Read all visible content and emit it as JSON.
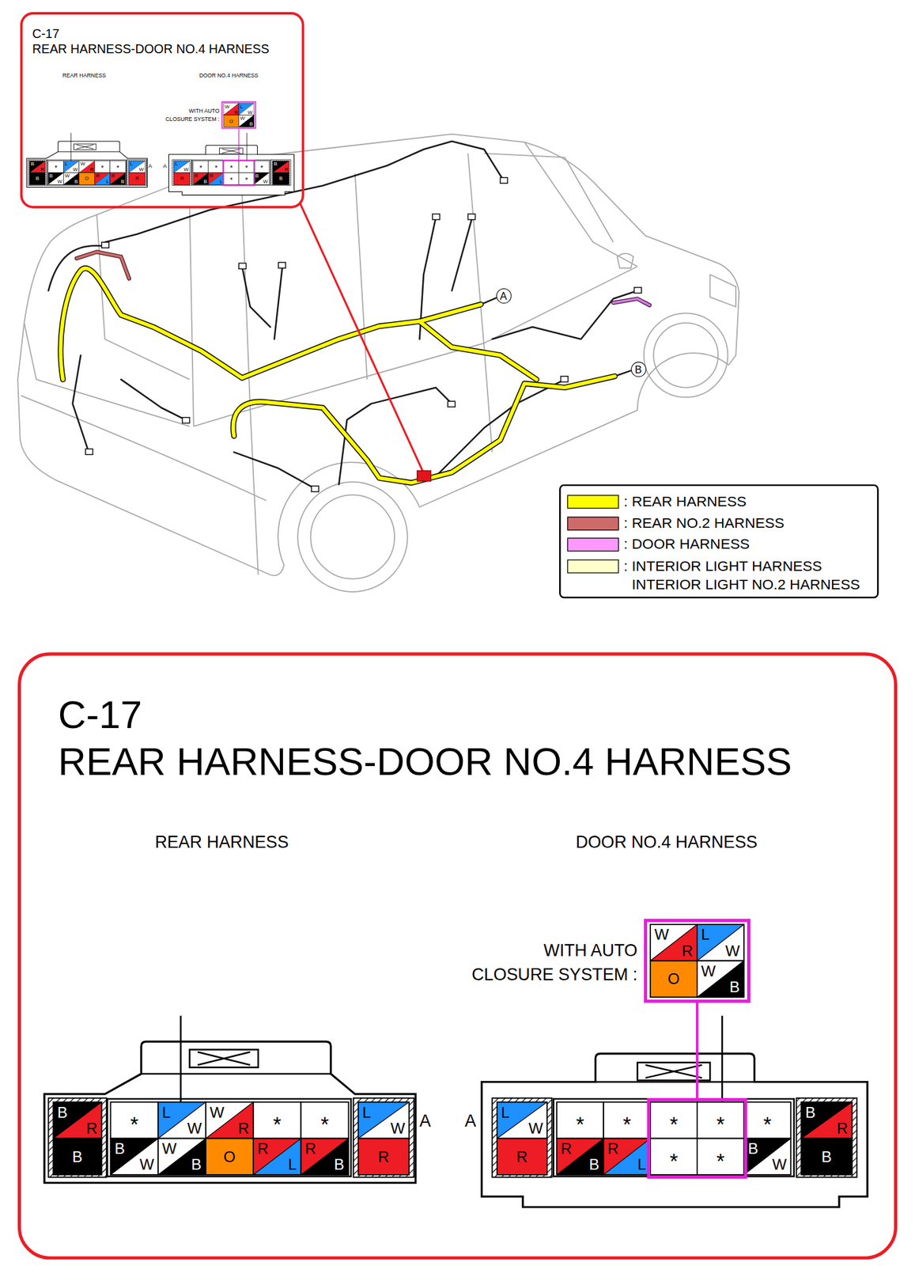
{
  "diagram": {
    "nodes": [
      {
        "text": [
          "C-17",
          "REAR HARNESS-DOOR NO.4 HARNESS"
        ]
      },
      {
        "text": [
          "A"
        ]
      },
      {
        "text": [
          "B"
        ]
      },
      {
        "text": [
          "C-17",
          "REAR HARNESS-DOOR NO.4 HARNESS"
        ]
      }
    ],
    "labels": [
      "REAR HARNESS",
      "DOOR NO.4 HARNESS",
      "WITH AUTO CLOSURE SYSTEM :",
      "W",
      "R",
      "L",
      "W",
      "O",
      "W",
      "B",
      "B",
      "R",
      "B",
      "*",
      "L",
      "W",
      "W",
      "R",
      "*",
      "*",
      "B",
      "W",
      "W",
      "B",
      "O",
      "R",
      "L",
      "R",
      "B",
      "L",
      "W",
      "R",
      "A",
      "A",
      "L",
      "W",
      "R",
      "*",
      "*",
      "*",
      "*",
      "*",
      "R",
      "B",
      "R",
      "L",
      "*",
      "*",
      "B",
      "W",
      "B",
      "R",
      "B",
      "REAR HARNESS",
      "DOOR NO.4 HARNESS",
      "WITH AUTO CLOSURE SYSTEM :",
      "W",
      "R",
      "L",
      "W",
      "O",
      "W",
      "B",
      "B",
      "R",
      "B",
      "*",
      "L",
      "W",
      "W",
      "R",
      "*",
      "*",
      "B",
      "W",
      "W",
      "B",
      "O",
      "R",
      "L",
      "R",
      "B",
      "L",
      "W",
      "R",
      "A",
      "A",
      "L",
      "W",
      "R",
      "*",
      "*",
      "*",
      "*",
      "*",
      "R",
      "B",
      "R",
      "L",
      "*",
      "*",
      "B",
      "W",
      "B",
      "R",
      "B"
    ],
    "legend": [
      {
        "text": ": REAR HARNESS",
        "color": "#ffff00"
      },
      {
        "text": ": REAR NO.2 HARNESS",
        "color": "#cd6b6b"
      },
      {
        "text": ": DOOR HARNESS",
        "color": "#ff99ff"
      },
      {
        "text": ": INTERIOR LIGHT HARNESS INTERIOR LIGHT NO.2 HARNESS",
        "color": "#ffffcc"
      }
    ]
  }
}
